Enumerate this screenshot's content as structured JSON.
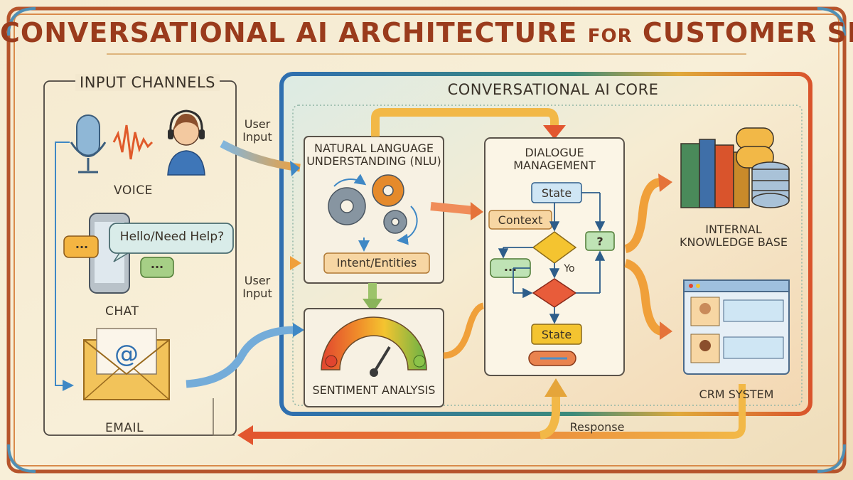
{
  "title": {
    "main": "CONVERSATIONAL AI ARCHITECTURE",
    "connector": "FOR",
    "tail": "CUSTOMER SERVICE"
  },
  "input_channels": {
    "heading": "INPUT CHANNELS",
    "voice": "VOICE",
    "chat": "CHAT",
    "chat_bubble": "Hello/Need Help?",
    "chat_dots": "...",
    "email": "EMAIL",
    "email_symbol": "@"
  },
  "arrows": {
    "user_input_1": [
      "User",
      "Input"
    ],
    "user_input_2": [
      "User",
      "Input"
    ],
    "response": "Response"
  },
  "core": {
    "heading": "CONVERSATIONAL AI CORE",
    "nlu": {
      "title": [
        "NATURAL LANGUAGE",
        "UNDERSTANDING (NLU)"
      ],
      "output": "Intent/Entities"
    },
    "sentiment": {
      "title": "SENTIMENT ANALYSIS"
    },
    "dialogue": {
      "title": [
        "DIALOGUE",
        "MANAGEMENT"
      ],
      "state_top": "State",
      "context": "Context",
      "question": "?",
      "dots": "...",
      "yo": "Yo",
      "state_bottom": "State",
      "bottom_dots": "..."
    }
  },
  "backends": {
    "knowledge_base": [
      "INTERNAL",
      "KNOWLEDGE BASE"
    ],
    "crm": "CRM SYSTEM"
  },
  "colors": {
    "title": "#9a3b1c",
    "core_border": "#2f6fb0",
    "gear_orange": "#e58a2b",
    "gear_gray": "#6f7d89",
    "state_box": "#cfe6f4",
    "context_box": "#f7d6a3",
    "diamond": "#f4c430",
    "diamond_red": "#e85c3a",
    "dots_box": "#bfe3b5",
    "arrow_blue": "#3f88c5",
    "arrow_orange": "#f0a03a"
  }
}
